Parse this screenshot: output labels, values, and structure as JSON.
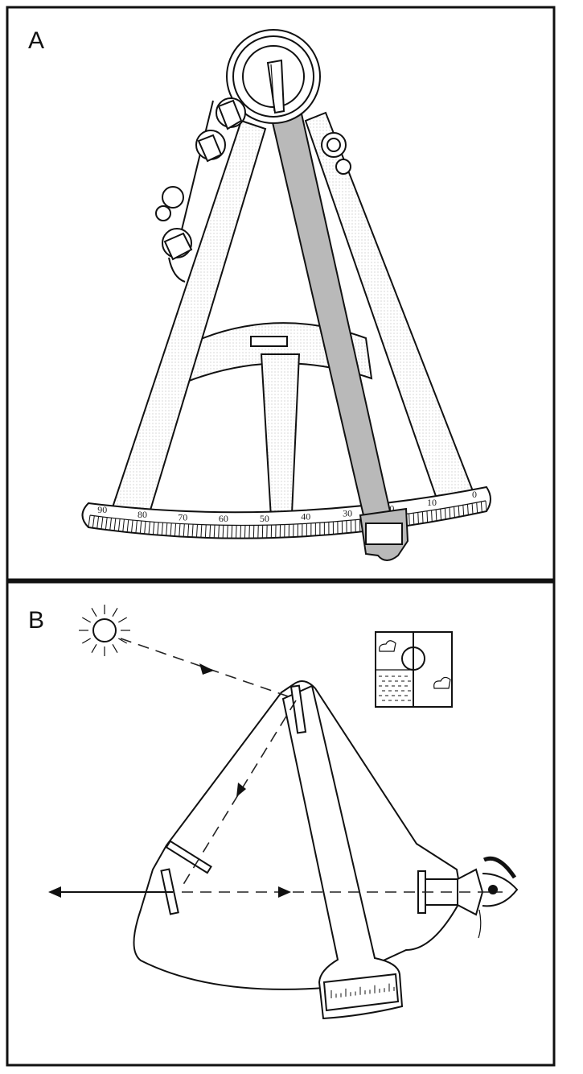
{
  "panels": {
    "a": {
      "label": "A"
    },
    "b": {
      "label": "B"
    }
  },
  "arc_scale": {
    "labels": [
      "90",
      "80",
      "70",
      "60",
      "50",
      "40",
      "30",
      "20",
      "10",
      "0"
    ]
  },
  "colors": {
    "ink": "#111111",
    "index_arm_fill": "#b9b9b9",
    "frame_fill": "#ffffff"
  }
}
